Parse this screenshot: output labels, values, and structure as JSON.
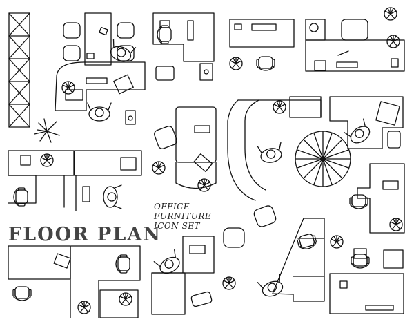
{
  "title": "FLOOR PLAN",
  "subtitle_lines": [
    "OFFICE",
    "FURNITURE",
    "ICON SET"
  ],
  "colors": {
    "stroke": "#111111",
    "title": "#444444",
    "background": "#ffffff"
  },
  "icons": [
    "shelving-unit-icon",
    "desk-icon",
    "office-chair-icon",
    "potted-plant-icon",
    "computer-monitor-icon",
    "sofa-icon",
    "armchair-icon",
    "tree-icon",
    "cabinet-icon",
    "laptop-icon",
    "telephone-icon",
    "keyboard-icon"
  ]
}
